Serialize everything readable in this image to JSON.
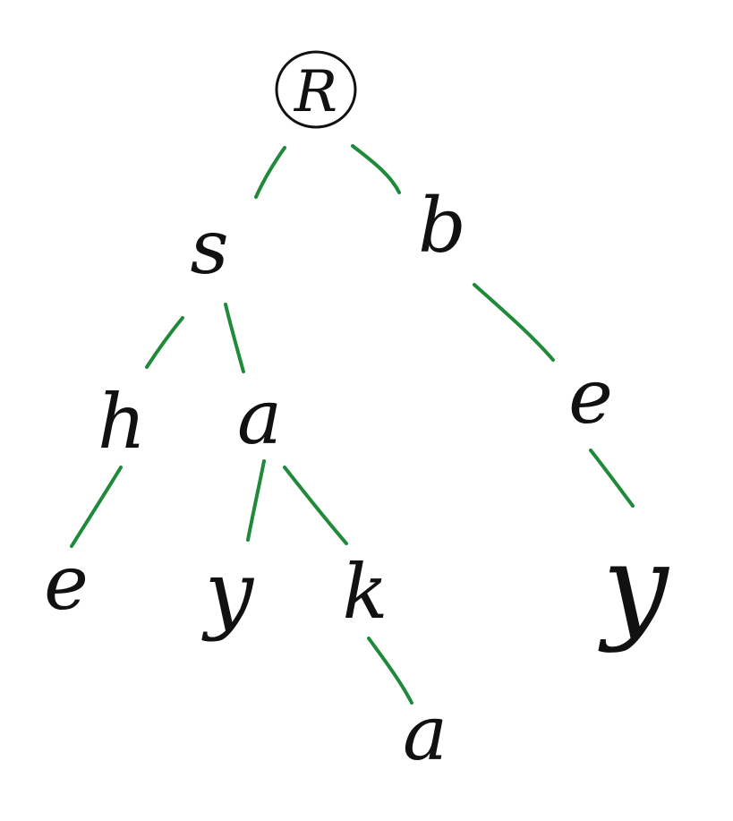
{
  "colors": {
    "ink": "#111111",
    "edge": "#1f8a3a",
    "background": "#ffffff"
  },
  "tree": {
    "root": {
      "label": "R",
      "circled": true
    },
    "nodes": [
      {
        "id": "s",
        "label": "s"
      },
      {
        "id": "b",
        "label": "b"
      },
      {
        "id": "h",
        "label": "h"
      },
      {
        "id": "a1",
        "label": "a"
      },
      {
        "id": "e1",
        "label": "e"
      },
      {
        "id": "y1",
        "label": "y"
      },
      {
        "id": "k",
        "label": "k"
      },
      {
        "id": "a2",
        "label": "a"
      },
      {
        "id": "e2",
        "label": "e"
      },
      {
        "id": "y2",
        "label": "y"
      }
    ],
    "edges": [
      [
        "root",
        "s"
      ],
      [
        "root",
        "b"
      ],
      [
        "s",
        "h"
      ],
      [
        "s",
        "a1"
      ],
      [
        "h",
        "e1"
      ],
      [
        "a1",
        "y1"
      ],
      [
        "a1",
        "k"
      ],
      [
        "k",
        "a2"
      ],
      [
        "b",
        "e2"
      ],
      [
        "e2",
        "y2"
      ]
    ]
  }
}
